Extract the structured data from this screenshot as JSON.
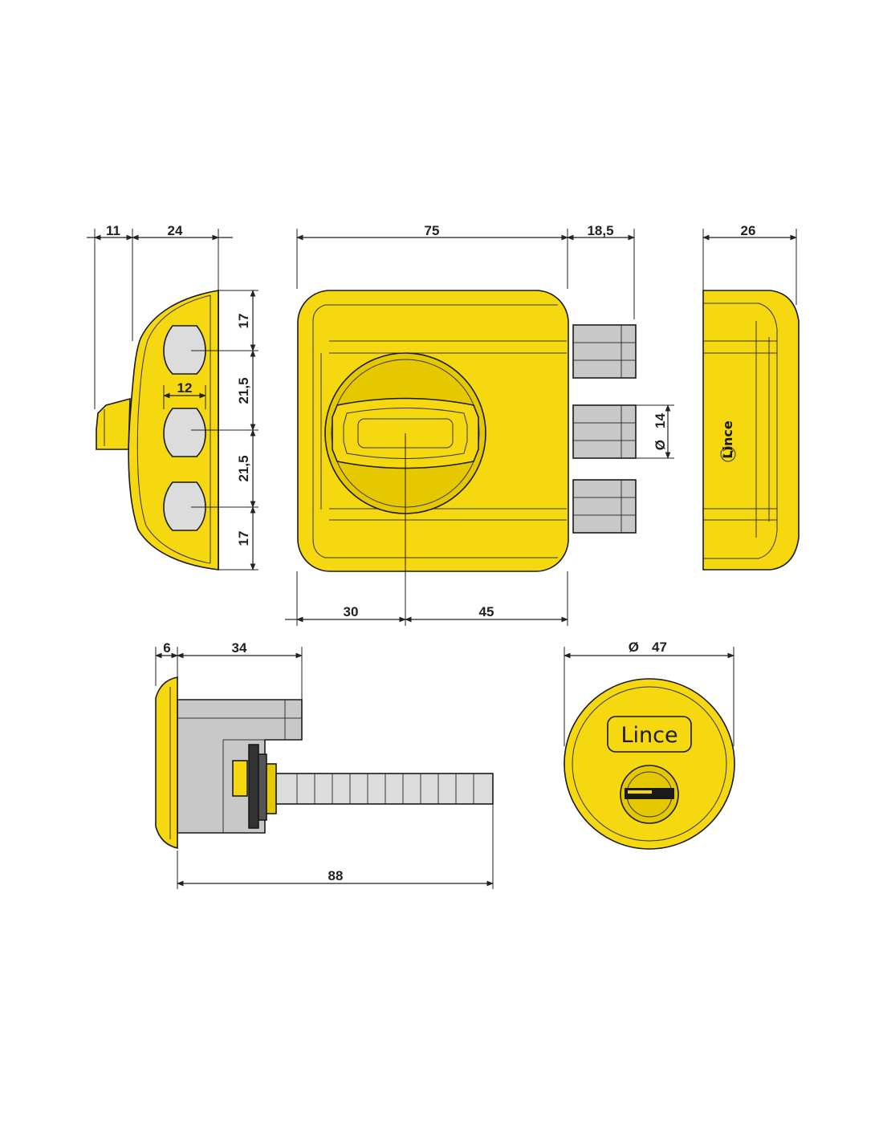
{
  "dimensions": {
    "side_left_depth": "11",
    "side_left_width": "24",
    "front_width": "75",
    "bolt_projection": "18,5",
    "side_right_depth": "26",
    "height_top": "17",
    "height_mid_1": "21,5",
    "height_mid_2": "21,5",
    "height_bottom": "17",
    "bolt_spacing": "12",
    "bolt_diameter": "14",
    "bolt_diameter_symbol": "Ø",
    "offset_left": "30",
    "offset_right": "45",
    "cylinder_flange": "6",
    "cylinder_body": "34",
    "cylinder_total": "88",
    "rosette_diameter": "47",
    "rosette_diameter_symbol": "Ø"
  },
  "brand": {
    "name": "Lince",
    "side_label": "Lince"
  },
  "colors": {
    "body": "#f5d80f",
    "body_shade": "#e6c800",
    "metal": "#c8c8c8",
    "line": "#1a1a1a"
  }
}
